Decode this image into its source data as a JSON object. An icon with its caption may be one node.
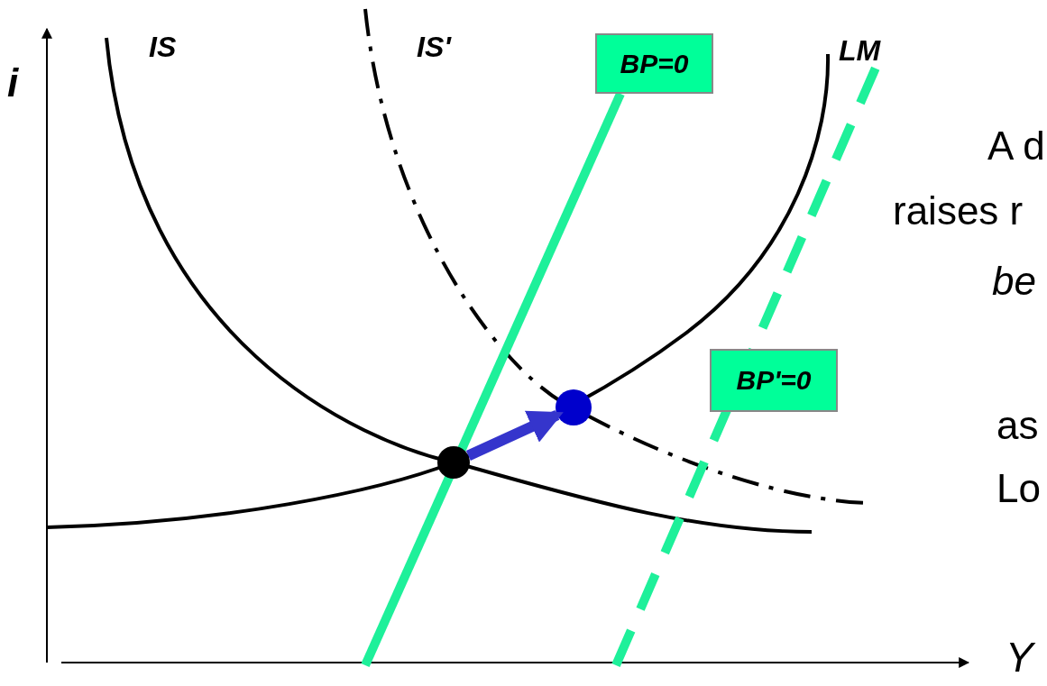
{
  "diagram": {
    "nodes": [
      {
        "text": [
          "BP=0"
        ]
      },
      {
        "text": [
          "BP'=0"
        ]
      },
      {
        "text": [],
        "shape": "circle"
      },
      {
        "text": [],
        "shape": "circle"
      }
    ],
    "edges": [
      {
        "from": 2,
        "to": 3,
        "arrow": "to"
      }
    ],
    "labels": [
      "IS",
      "IS'",
      "LM",
      "i",
      "A d",
      "raises r",
      "be",
      "as",
      "Lo",
      "Y"
    ]
  }
}
